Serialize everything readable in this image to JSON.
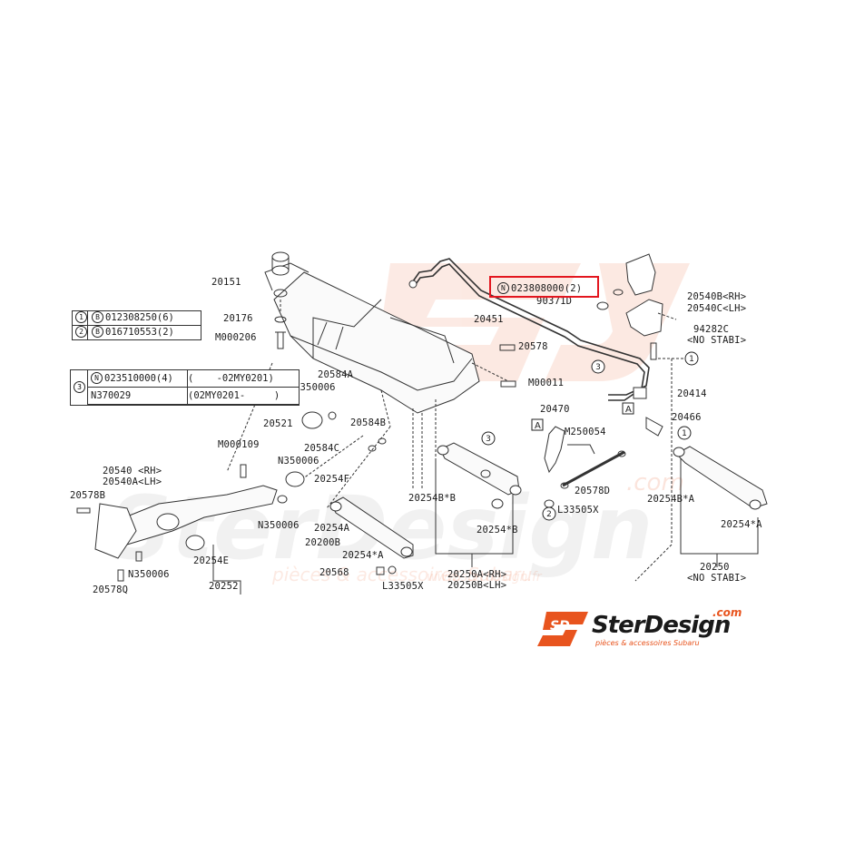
{
  "diagram": {
    "part_labels": [
      {
        "id": "p1",
        "text": "20151"
      },
      {
        "id": "p2",
        "text": "20176"
      },
      {
        "id": "p3",
        "text": "M000206"
      },
      {
        "id": "p4",
        "text": "20451"
      },
      {
        "id": "p5",
        "text": "90371D"
      },
      {
        "id": "p6",
        "text": "20540B<RH>"
      },
      {
        "id": "p7",
        "text": "20540C<LH>"
      },
      {
        "id": "p8",
        "text": "94282C"
      },
      {
        "id": "p9",
        "text": "<NO STABI>"
      },
      {
        "id": "p10",
        "text": "20578"
      },
      {
        "id": "p11",
        "text": "20584A"
      },
      {
        "id": "p12",
        "text": "N350006"
      },
      {
        "id": "p13",
        "text": "M00011"
      },
      {
        "id": "p14",
        "text": "20414"
      },
      {
        "id": "p15",
        "text": "20521"
      },
      {
        "id": "p16",
        "text": "20584B"
      },
      {
        "id": "p17",
        "text": "20470"
      },
      {
        "id": "p18",
        "text": "M250054"
      },
      {
        "id": "p19",
        "text": "20466"
      },
      {
        "id": "p20",
        "text": "M000109"
      },
      {
        "id": "p21",
        "text": "20584C"
      },
      {
        "id": "p22",
        "text": "N350006"
      },
      {
        "id": "p23",
        "text": "20540 <RH>"
      },
      {
        "id": "p24",
        "text": "20540A<LH>"
      },
      {
        "id": "p25",
        "text": "20254F"
      },
      {
        "id": "p26",
        "text": "20578B"
      },
      {
        "id": "p27",
        "text": "20254B*B"
      },
      {
        "id": "p28",
        "text": "20578D"
      },
      {
        "id": "p29",
        "text": "20254B*A"
      },
      {
        "id": "p30",
        "text": "L33505X"
      },
      {
        "id": "p31",
        "text": "N350006"
      },
      {
        "id": "p32",
        "text": "20254A"
      },
      {
        "id": "p33",
        "text": "20254*B"
      },
      {
        "id": "p34",
        "text": "20254*A"
      },
      {
        "id": "p35",
        "text": "20200B"
      },
      {
        "id": "p36",
        "text": "20254*A"
      },
      {
        "id": "p37",
        "text": "20254E"
      },
      {
        "id": "p38",
        "text": "N350006"
      },
      {
        "id": "p39",
        "text": "20568"
      },
      {
        "id": "p40",
        "text": "20250A<RH>"
      },
      {
        "id": "p41",
        "text": "20250"
      },
      {
        "id": "p42",
        "text": "20252"
      },
      {
        "id": "p43",
        "text": "20578Q"
      },
      {
        "id": "p44",
        "text": "L33505X"
      },
      {
        "id": "p45",
        "text": "20250B<LH>"
      },
      {
        "id": "p46",
        "text": "<NO STABI>"
      }
    ],
    "highlight": {
      "part_number": "023808000(2)",
      "prefix": "N",
      "color": "#e3161f"
    },
    "legend_small": [
      {
        "ref": "1",
        "prefix": "B",
        "part": "012308250(6)"
      },
      {
        "ref": "2",
        "prefix": "B",
        "part": "016710553(2)"
      }
    ],
    "legend_ref3": {
      "ref": "3",
      "rows": [
        {
          "prefix": "N",
          "part": "023510000(4)",
          "range": "(    -02MY0201)"
        },
        {
          "prefix": "",
          "part": "N370029",
          "range": "(02MY0201-     )"
        }
      ]
    },
    "callout_boxes": [
      "A",
      "A"
    ],
    "circle_refs": [
      "1",
      "1",
      "2",
      "3",
      "3"
    ]
  },
  "brand": {
    "logo_mark": "SD",
    "name": "SterDesign",
    "domain": ".com",
    "tagline": "pièces & accessoires Subaru",
    "watermark": "SterDesign",
    "watermark_domain": ".com",
    "watermark_tagline": "pièces & accessoires Subaru",
    "watermark_url": "www.sterdesign.fr",
    "accent_color": "#e8541e"
  }
}
